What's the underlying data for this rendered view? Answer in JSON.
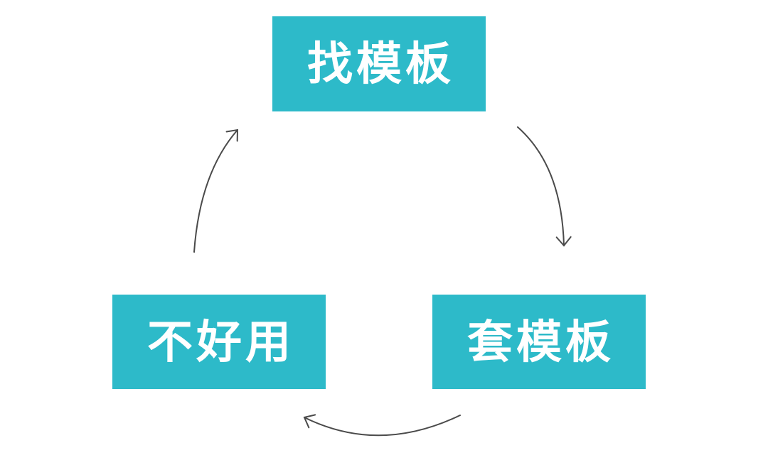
{
  "diagram": {
    "title": "template-usage-cycle",
    "colors": {
      "background": "#ffffff",
      "box": "#2dbac9",
      "box_text": "#ffffff",
      "arrow": "#4a4a4a"
    },
    "nodes": [
      {
        "id": "find-template",
        "label": "找模板",
        "position": "top"
      },
      {
        "id": "apply-template",
        "label": "套模板",
        "position": "bottom-right"
      },
      {
        "id": "not-useful",
        "label": "不好用",
        "position": "bottom-left"
      }
    ],
    "arrows": [
      {
        "from": "find-template",
        "to": "apply-template",
        "direction": "top-to-bottom-right"
      },
      {
        "from": "apply-template",
        "to": "not-useful",
        "direction": "bottom-right-to-bottom-left"
      },
      {
        "from": "not-useful",
        "to": "find-template",
        "direction": "bottom-left-to-top"
      }
    ]
  }
}
